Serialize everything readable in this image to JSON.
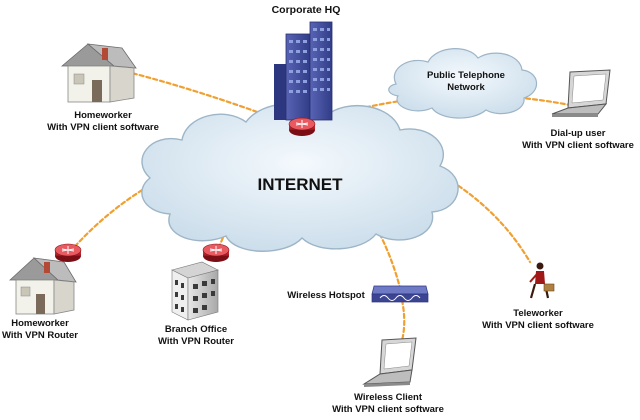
{
  "diagram": {
    "title": "Corporate HQ",
    "internet": "INTERNET",
    "pstn": {
      "line1": "Public Telephone",
      "line2": "Network"
    },
    "nodes": {
      "homeworker_vpn_client": {
        "line1": "Homeworker",
        "line2": "With VPN client software"
      },
      "dialup_user": {
        "line1": "Dial-up user",
        "line2": "With VPN client software"
      },
      "homeworker_vpn_router": {
        "line1": "Homeworker",
        "line2": "With VPN Router"
      },
      "branch_office": {
        "line1": "Branch Office",
        "line2": "With VPN Router"
      },
      "wireless_hotspot": {
        "line1": "Wireless Hotspot"
      },
      "teleworker": {
        "line1": "Teleworker",
        "line2": "With VPN client software"
      },
      "wireless_client": {
        "line1": "Wireless Client",
        "line2": "With VPN client software"
      }
    },
    "colors": {
      "link": "#f0a030",
      "cloud_fill": "#d6e6f1",
      "cloud_stroke": "#9db5c7",
      "building": "#4a57a5",
      "router": "#c8202a",
      "house_wall": "#f2f2ea",
      "house_roof": "#8b8b8b"
    }
  }
}
